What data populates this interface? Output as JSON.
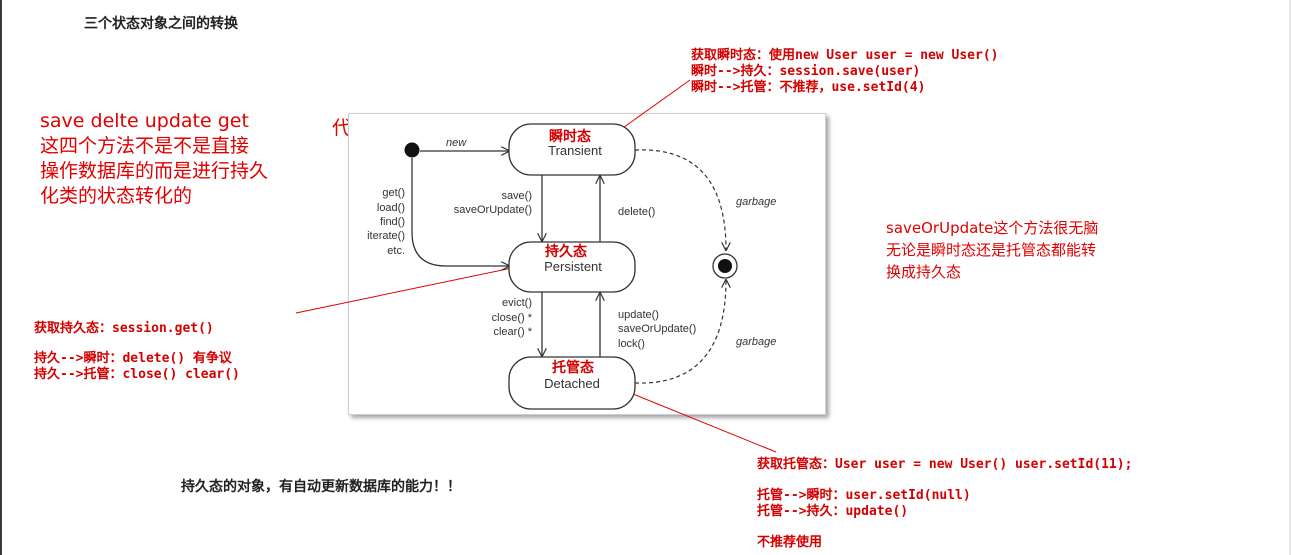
{
  "page_title": "三个状态对象之间的转换",
  "annotations": {
    "left_note": [
      "save delte  update get",
      "这四个方法不是不是直接",
      "操作数据库的而是进行持久",
      "化类的状态转化的"
    ],
    "code_start": "代码起点",
    "transient_note": [
      "获取瞬时态：使用new User user = new User()",
      "瞬时-->持久：session.save(user)",
      "瞬时-->托管：不推荐，use.setId(4)"
    ],
    "persistent_note": [
      "获取持久态：session.get()",
      "持久-->瞬时：delete() 有争议",
      "持久-->托管：close() clear()"
    ],
    "saveorupdate_note": [
      "saveOrUpdate这个方法很无脑",
      "无论是瞬时态还是托管态都能转",
      "换成持久态"
    ],
    "detached_note": [
      "获取托管态：User user = new User() user.setId(11);",
      "托管-->瞬时：user.setId(null)",
      "托管-->持久：update()",
      "不推荐使用"
    ],
    "bottom_note": "持久态的对象，有自动更新数据库的能力！！"
  },
  "diagram": {
    "states": {
      "transient": {
        "cn": "瞬时态",
        "en": "Transient"
      },
      "persistent": {
        "cn": "持久态",
        "en": "Persistent"
      },
      "detached": {
        "cn": "托管态",
        "en": "Detached"
      }
    },
    "edge_labels": {
      "new": "new",
      "query": [
        "get()",
        "load()",
        "find()",
        "iterate()",
        "etc."
      ],
      "save": [
        "save()",
        "saveOrUpdate()"
      ],
      "delete": "delete()",
      "evict": [
        "evict()",
        "close() *",
        "clear() *"
      ],
      "update": [
        "update()",
        "saveOrUpdate()",
        "lock()"
      ],
      "garbage_top": "garbage",
      "garbage_bottom": "garbage"
    }
  },
  "colors": {
    "annotation": "#d40000",
    "diagram_line": "#333333",
    "leader_line": "#e00000"
  }
}
